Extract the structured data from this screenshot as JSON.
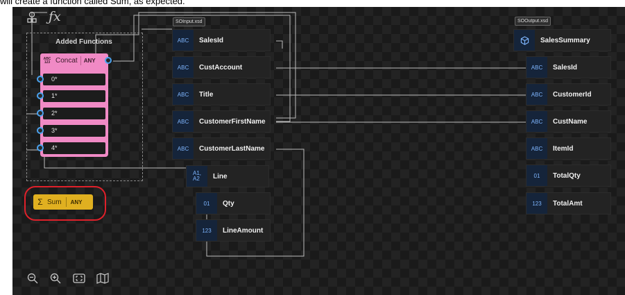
{
  "caption": "will create a function called Sum, as expected.",
  "toolbar": {
    "schema_icon": "schema-tree-icon",
    "function_icon_text": "ƒx"
  },
  "added_functions": {
    "title": "Added Functions",
    "concat": {
      "type_tag": "ABC\n123",
      "label": "Concat",
      "type": "ANY",
      "pins": [
        "0*",
        "1*",
        "2*",
        "3*",
        "4*"
      ]
    }
  },
  "sum_function": {
    "icon": "Σ",
    "label": "Sum",
    "type": "ANY"
  },
  "source_schema": {
    "tab": "SOInput.xsd",
    "fields": [
      {
        "tag": "ABC",
        "label": "SalesId"
      },
      {
        "tag": "ABC",
        "label": "CustAccount"
      },
      {
        "tag": "ABC",
        "label": "Title"
      },
      {
        "tag": "ABC",
        "label": "CustomerFirstName"
      },
      {
        "tag": "ABC",
        "label": "CustomerLastName"
      }
    ],
    "line": {
      "tag": "A1,\nA2",
      "label": "Line"
    },
    "line_children": [
      {
        "tag": "01",
        "label": "Qty"
      },
      {
        "tag": "123",
        "label": "LineAmount"
      }
    ]
  },
  "target_schema": {
    "tab": "SOOutput.xsd",
    "root": {
      "icon": "cube-icon",
      "label": "SalesSummary"
    },
    "fields": [
      {
        "tag": "ABC",
        "label": "SalesId"
      },
      {
        "tag": "ABC",
        "label": "CustomerId"
      },
      {
        "tag": "ABC",
        "label": "CustName"
      },
      {
        "tag": "ABC",
        "label": "ItemId"
      },
      {
        "tag": "01",
        "label": "TotalQty"
      },
      {
        "tag": "123",
        "label": "TotalAmt"
      }
    ]
  },
  "zoom_controls": [
    "zoom-out-icon",
    "zoom-in-icon",
    "fit-to-screen-icon",
    "minimap-icon"
  ],
  "colors": {
    "concat": "#f08ac5",
    "sum": "#e0b020",
    "highlight": "#e0202a",
    "port": "#4aa3f0"
  }
}
